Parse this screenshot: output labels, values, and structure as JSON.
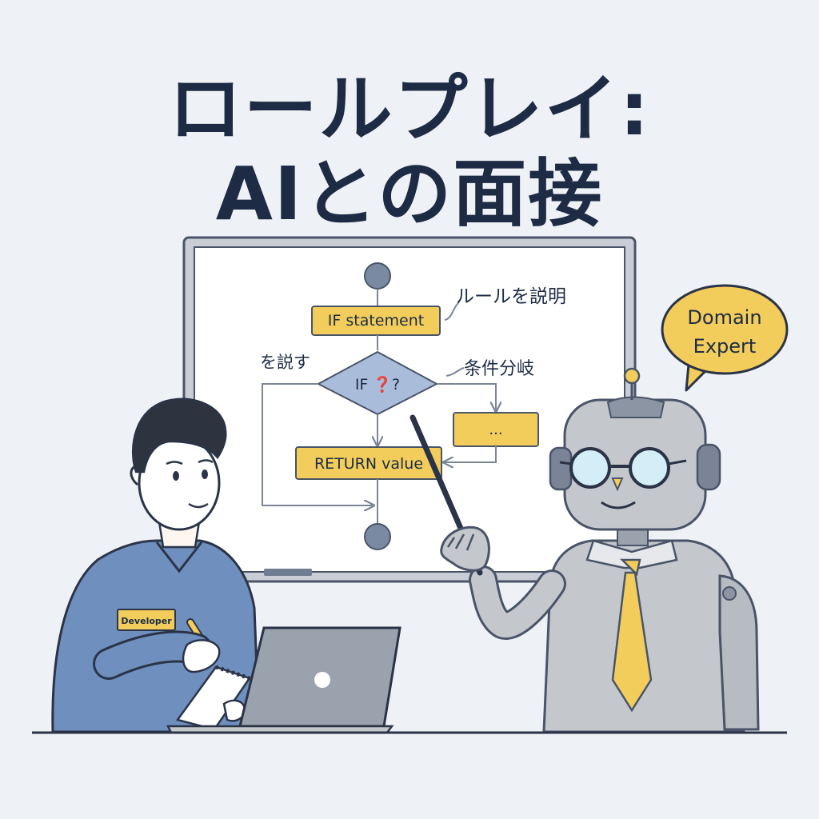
{
  "title": {
    "line1": "ロールプレイ:",
    "line2": "AIとの面接"
  },
  "flowchart": {
    "if_statement": "IF statement",
    "rule_explain": "ルールを説明",
    "condition": "IF ❓?",
    "branch": "条件分岐",
    "left_note": "を説す",
    "ellipsis": "...",
    "return_value": "RETURN value"
  },
  "speech_bubble": {
    "line1": "Domain",
    "line2": "Expert"
  },
  "developer": {
    "badge": "Developer"
  },
  "colors": {
    "background": "#eef1f5",
    "navy": "#1d2b45",
    "yellow": "#f2cd5c",
    "shirt": "#6f8fbf",
    "robot": "#c4c8cd"
  }
}
